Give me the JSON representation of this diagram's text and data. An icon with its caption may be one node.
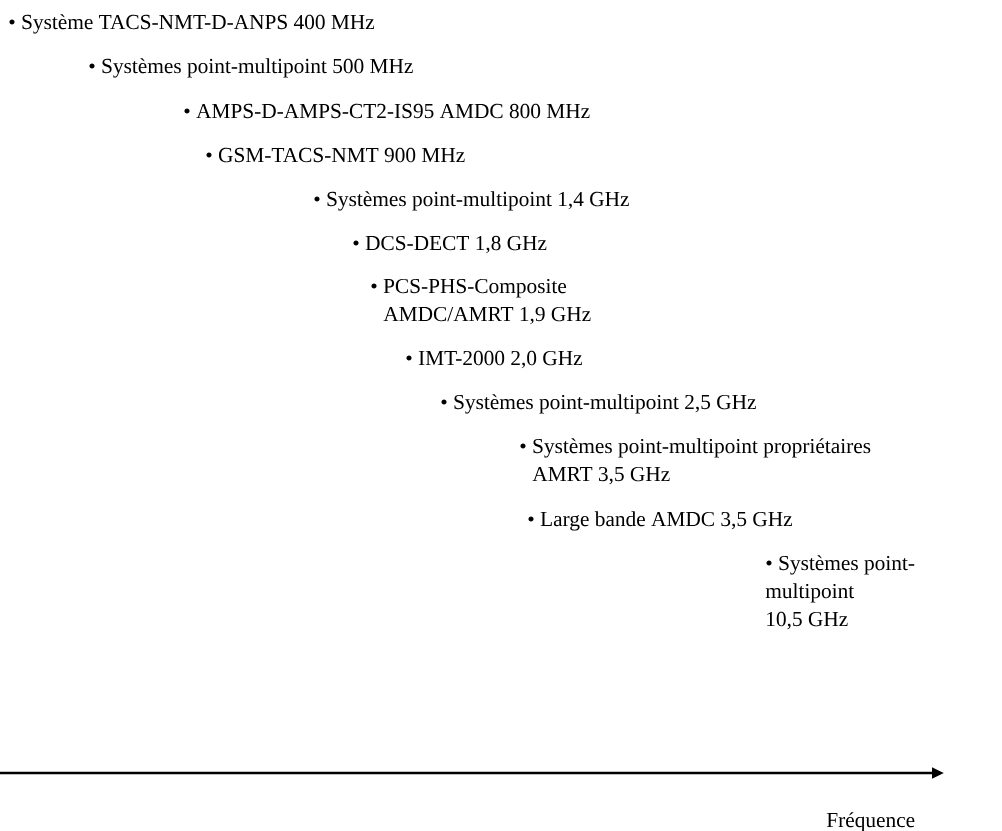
{
  "diagram": {
    "labels": [
      "• Système TACS-NMT-D-ANPS 400 MHz",
      "• Systèmes point-multipoint 500 MHz",
      "• AMPS-D-AMPS-CT2-IS95 AMDC 800 MHz",
      "• GSM-TACS-NMT 900 MHz",
      "• Systèmes point-multipoint 1,4 GHz",
      "• DCS-DECT 1,8 GHz",
      "• PCS-PHS-Composite AMDC/AMRT 1,9 GHz",
      "• IMT-2000 2,0 GHz",
      "• Systèmes point-multipoint 2,5 GHz",
      "• Systèmes point-multipoint propriétaires AMRT 3,5 GHz",
      "• Large bande AMDC 3,5 GHz",
      "• Systèmes point-multipoint 10,5 GHz",
      "Fréquence"
    ]
  }
}
